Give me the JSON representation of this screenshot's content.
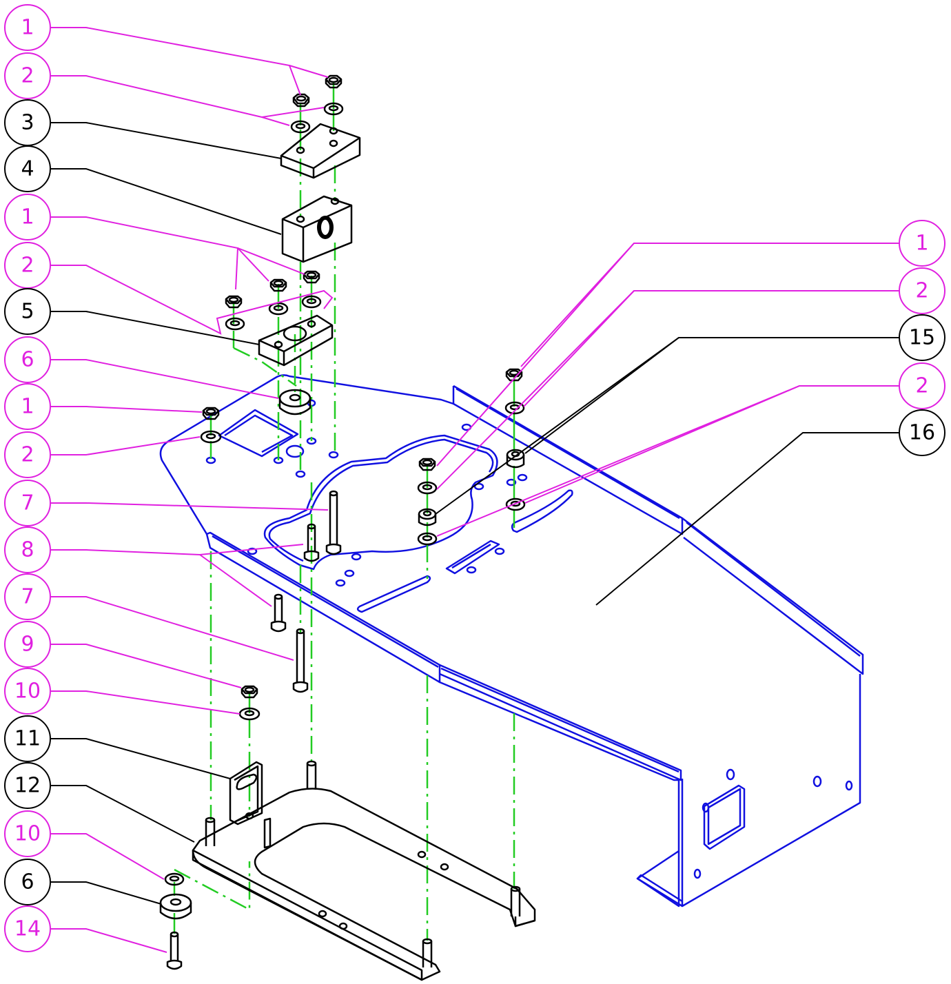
{
  "colors": {
    "magenta": "#e020e0",
    "black": "#000000",
    "blue": "#1010e0",
    "green": "#22cc22",
    "background": "#ffffff"
  },
  "callouts": [
    {
      "label": "1",
      "color": "magenta"
    },
    {
      "label": "2",
      "color": "magenta"
    },
    {
      "label": "3",
      "color": "black"
    },
    {
      "label": "4",
      "color": "black"
    },
    {
      "label": "1",
      "color": "magenta"
    },
    {
      "label": "2",
      "color": "magenta"
    },
    {
      "label": "5",
      "color": "black"
    },
    {
      "label": "6",
      "color": "magenta"
    },
    {
      "label": "1",
      "color": "magenta"
    },
    {
      "label": "2",
      "color": "magenta"
    },
    {
      "label": "7",
      "color": "magenta"
    },
    {
      "label": "8",
      "color": "magenta"
    },
    {
      "label": "7",
      "color": "magenta"
    },
    {
      "label": "9",
      "color": "magenta"
    },
    {
      "label": "10",
      "color": "magenta"
    },
    {
      "label": "11",
      "color": "black"
    },
    {
      "label": "12",
      "color": "black"
    },
    {
      "label": "10",
      "color": "magenta"
    },
    {
      "label": "6",
      "color": "black"
    },
    {
      "label": "14",
      "color": "magenta"
    },
    {
      "label": "1",
      "color": "magenta"
    },
    {
      "label": "2",
      "color": "magenta"
    },
    {
      "label": "15",
      "color": "black"
    },
    {
      "label": "2",
      "color": "magenta"
    },
    {
      "label": "16",
      "color": "black"
    }
  ]
}
